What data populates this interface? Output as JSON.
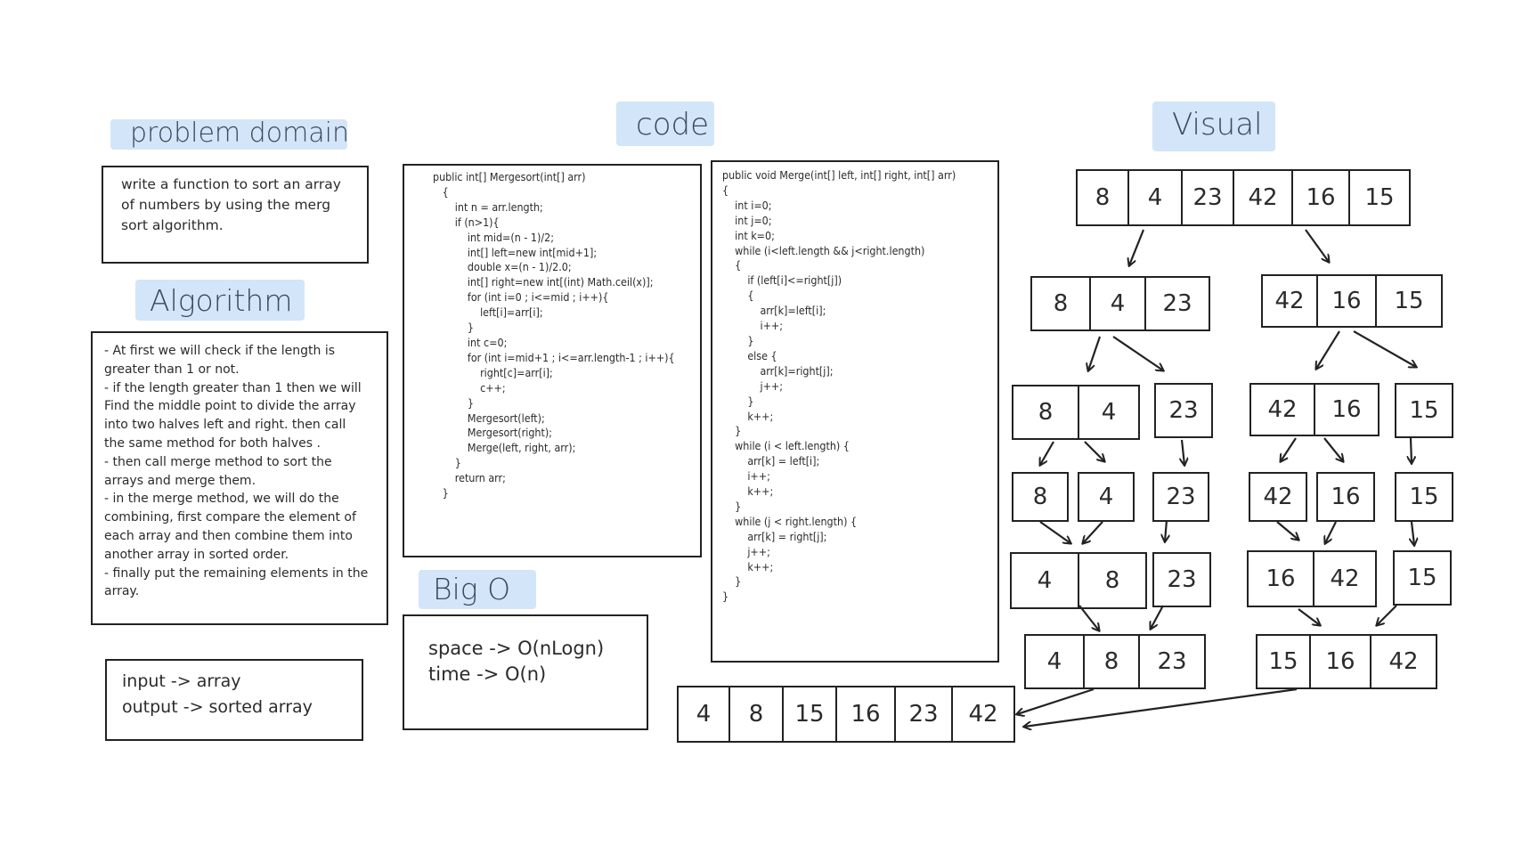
{
  "sections": {
    "problem_domain": {
      "heading": "problem domain",
      "text": "write a function to sort an array\nof numbers by using the merg\nsort algorithm."
    },
    "algorithm": {
      "heading": "Algorithm",
      "text": "- At first we will check if the length is\ngreater than 1 or not.\n- if the length greater than 1 then we will\nFind the middle point to divide the array\ninto two halves left and right. then call\nthe same method for both halves .\n- then call merge method to sort the\narrays and merge them.\n- in the merge method, we will do the\ncombining, first compare the element of\neach array and then combine them into\nanother array in sorted order.\n- finally put the remaining elements in the\narray."
    },
    "io": {
      "text": "input -> array\noutput -> sorted array"
    },
    "code": {
      "heading": "code",
      "mergesort": "public int[] Mergesort(int[] arr)\n   {\n       int n = arr.length;\n       if (n>1){\n           int mid=(n - 1)/2;\n           int[] left=new int[mid+1];\n           double x=(n - 1)/2.0;\n           int[] right=new int[(int) Math.ceil(x)];\n           for (int i=0 ; i<=mid ; i++){\n               left[i]=arr[i];\n           }\n           int c=0;\n           for (int i=mid+1 ; i<=arr.length-1 ; i++){\n               right[c]=arr[i];\n               c++;\n           }\n           Mergesort(left);\n           Mergesort(right);\n           Merge(left, right, arr);\n       }\n       return arr;\n   }",
      "merge": "public void Merge(int[] left, int[] right, int[] arr)\n{\n    int i=0;\n    int j=0;\n    int k=0;\n    while (i<left.length && j<right.length)\n    {\n        if (left[i]<=right[j])\n        {\n            arr[k]=left[i];\n            i++;\n        }\n        else {\n            arr[k]=right[j];\n            j++;\n        }\n        k++;\n    }\n    while (i < left.length) {\n        arr[k] = left[i];\n        i++;\n        k++;\n    }\n    while (j < right.length) {\n        arr[k] = right[j];\n        j++;\n        k++;\n    }\n}"
    },
    "big_o": {
      "heading": "Big O",
      "text": "space -> O(nLogn)\ntime -> O(n)"
    },
    "visual": {
      "heading": "Visual",
      "initial": [
        "8",
        "4",
        "23",
        "42",
        "16",
        "15"
      ],
      "split1": {
        "left": [
          "8",
          "4",
          "23"
        ],
        "right": [
          "42",
          "16",
          "15"
        ]
      },
      "split2": {
        "a": [
          "8",
          "4"
        ],
        "b": [
          "23"
        ],
        "c": [
          "42",
          "16"
        ],
        "d": [
          "15"
        ]
      },
      "split3": {
        "a": [
          "8"
        ],
        "b": [
          "4"
        ],
        "c": [
          "23"
        ],
        "d": [
          "42"
        ],
        "e": [
          "16"
        ],
        "f": [
          "15"
        ]
      },
      "merge1": {
        "a": [
          "4",
          "8"
        ],
        "b": [
          "23"
        ],
        "c": [
          "16",
          "42"
        ],
        "d": [
          "15"
        ]
      },
      "merge2": {
        "left": [
          "4",
          "8",
          "23"
        ],
        "right": [
          "15",
          "16",
          "42"
        ]
      },
      "final": [
        "4",
        "8",
        "15",
        "16",
        "23",
        "42"
      ]
    }
  },
  "colors": {
    "highlight": "#d3e5f8",
    "heading_text": "#3b4a5a",
    "ink": "#222222"
  }
}
